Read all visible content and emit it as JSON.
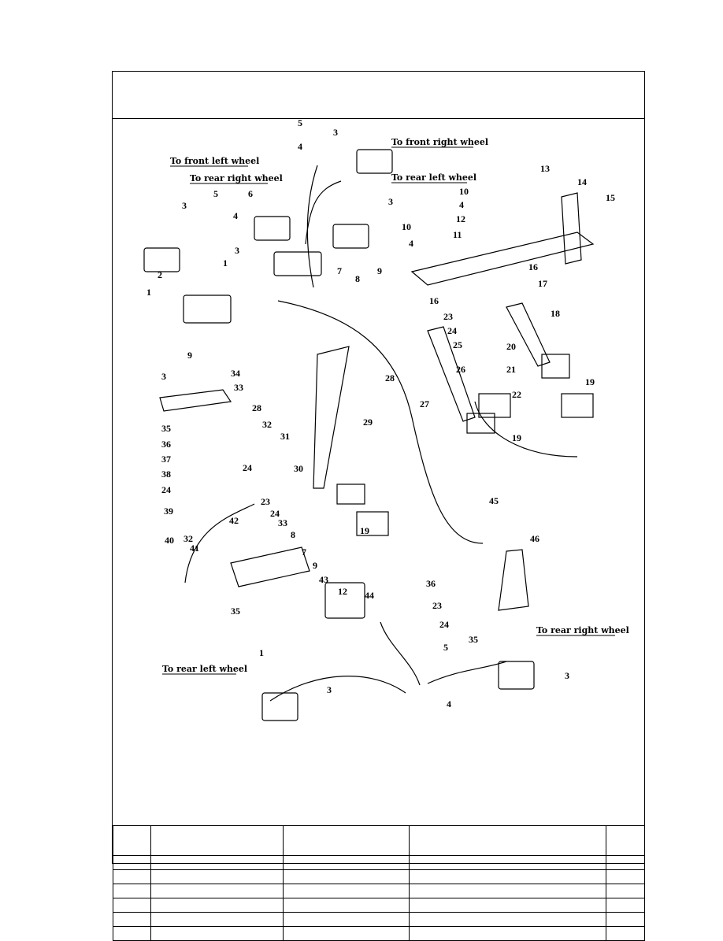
{
  "header": {
    "title": ""
  },
  "captions": {
    "front_left": "To front left wheel",
    "rear_right_top": "To rear right wheel",
    "front_right": "To front right wheel",
    "rear_left_top": "To rear left wheel",
    "rear_right_bottom": "To rear right wheel",
    "rear_left_bottom": "To rear left wheel"
  },
  "callouts": [
    "1",
    "2",
    "3",
    "4",
    "5",
    "6",
    "7",
    "8",
    "9",
    "10",
    "11",
    "12",
    "13",
    "14",
    "15",
    "16",
    "17",
    "18",
    "19",
    "20",
    "21",
    "22",
    "23",
    "24",
    "25",
    "26",
    "27",
    "28",
    "29",
    "30",
    "31",
    "32",
    "33",
    "34",
    "35",
    "36",
    "37",
    "38",
    "39",
    "40",
    "41",
    "42",
    "43",
    "44",
    "45",
    "46"
  ],
  "parts_table": {
    "columns": [
      "",
      "",
      "",
      "",
      ""
    ],
    "rows": [
      [
        "",
        "",
        "",
        "",
        ""
      ],
      [
        "",
        "",
        "",
        "",
        ""
      ],
      [
        "",
        "",
        "",
        "",
        ""
      ],
      [
        "",
        "",
        "",
        "",
        ""
      ],
      [
        "",
        "",
        "",
        "",
        ""
      ],
      [
        "",
        "",
        "",
        "",
        ""
      ]
    ]
  }
}
